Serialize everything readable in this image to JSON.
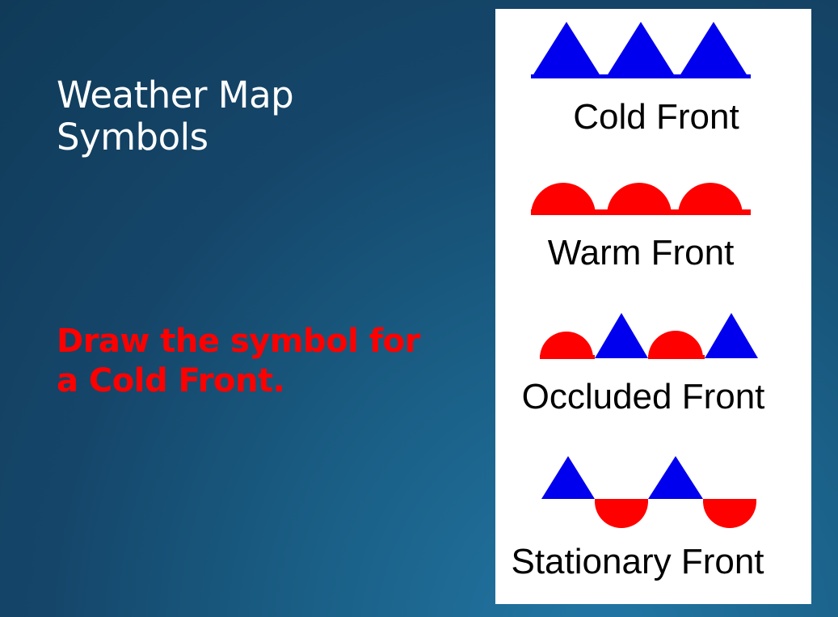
{
  "slide": {
    "title": "Weather Map Symbols",
    "prompt": "Draw the symbol for a Cold Front.",
    "title_color": "#ffffff",
    "prompt_color": "#ff0000"
  },
  "legend": {
    "items": [
      {
        "label": "Cold Front",
        "symbol": "triangles"
      },
      {
        "label": "Warm Front",
        "symbol": "semicircles"
      },
      {
        "label": "Occluded Front",
        "symbol": "alternating-triangles-semicircles"
      },
      {
        "label": "Stationary Front",
        "symbol": "alternating-sides-triangles-semicircles"
      }
    ],
    "colors": {
      "cold": "#0000ee",
      "warm": "#ff0000"
    }
  }
}
